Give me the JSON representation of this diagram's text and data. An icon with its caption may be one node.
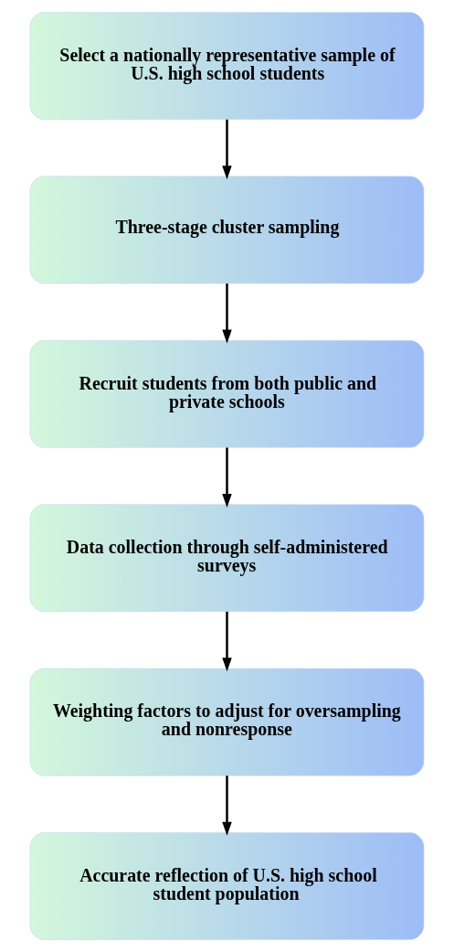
{
  "diagram": {
    "nodes": [
      {
        "text": [
          "Select a nationally representative sample of U.S. high school students"
        ]
      },
      {
        "text": [
          "Three-stage cluster sampling"
        ]
      },
      {
        "text": [
          "Recruit students from both public and private schools"
        ]
      },
      {
        "text": [
          "Data collection through self-administered surveys"
        ]
      },
      {
        "text": [
          "Weighting factors to adjust for oversampling and nonresponse"
        ]
      },
      {
        "text": [
          "Accurate reflection of U.S. high school student population"
        ]
      }
    ],
    "edges": [
      {
        "from": 0,
        "to": 1,
        "arrow": "to"
      },
      {
        "from": 1,
        "to": 2,
        "arrow": "to"
      },
      {
        "from": 2,
        "to": 3,
        "arrow": "to"
      },
      {
        "from": 3,
        "to": 4,
        "arrow": "to"
      },
      {
        "from": 4,
        "to": 5,
        "arrow": "to"
      }
    ]
  }
}
